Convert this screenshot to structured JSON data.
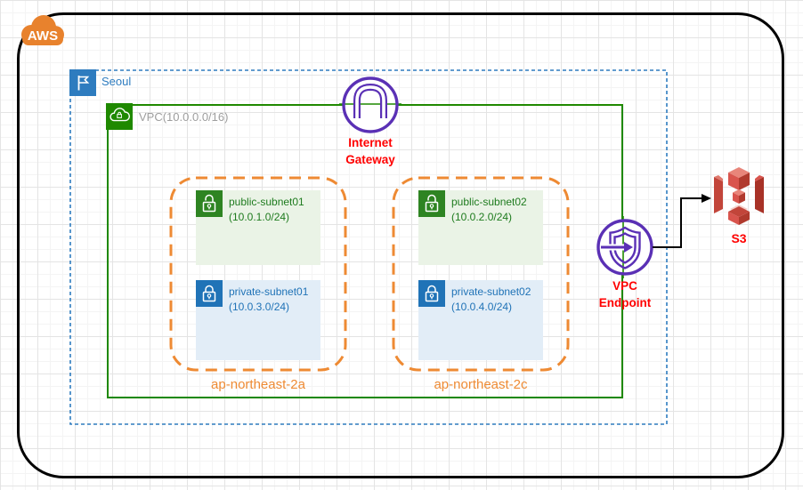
{
  "diagram": {
    "cloud": {
      "label": "AWS"
    },
    "region": {
      "label": "Seoul"
    },
    "vpc": {
      "label": "VPC(10.0.0.0/16)"
    },
    "internet_gateway": {
      "label_line1": "Internet",
      "label_line2": "Gateway"
    },
    "availability_zones": [
      {
        "label": "ap-northeast-2a",
        "subnets": [
          {
            "type": "public",
            "name": "public-subnet01",
            "cidr": "(10.0.1.0/24)"
          },
          {
            "type": "private",
            "name": "private-subnet01",
            "cidr": "(10.0.3.0/24)"
          }
        ]
      },
      {
        "label": "ap-northeast-2c",
        "subnets": [
          {
            "type": "public",
            "name": "public-subnet02",
            "cidr": "(10.0.2.0/24)"
          },
          {
            "type": "private",
            "name": "private-subnet02",
            "cidr": "(10.0.4.0/24)"
          }
        ]
      }
    ],
    "vpc_endpoint": {
      "label_line1": "VPC",
      "label_line2": "Endpoint"
    },
    "s3": {
      "label": "S3"
    }
  },
  "colors": {
    "aws_orange": "#E8822D",
    "region_blue": "#2E7CBF",
    "vpc_green": "#1F8900",
    "az_orange": "#EE8A33",
    "gateway_purple": "#5A30B5",
    "label_red": "#FF0000",
    "public_subnet_bg": "#EAF3E6",
    "public_subnet_icon": "#2E8422",
    "private_subnet_bg": "#E2EDF7",
    "private_subnet_icon": "#2073B7",
    "s3_red": "#D9544D"
  }
}
